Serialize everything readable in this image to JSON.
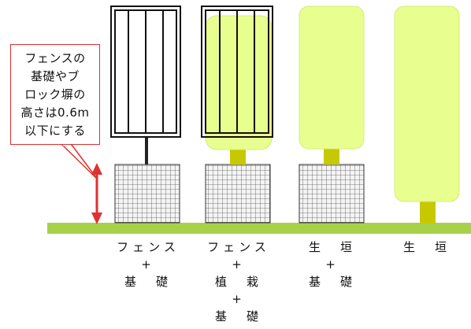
{
  "note": {
    "lines": [
      "フェンスの",
      "基礎やブ",
      "ロック塀の",
      "高さは0.6m",
      "以下にする"
    ]
  },
  "columns": [
    {
      "caption": [
        "フェンス",
        "+",
        "基　礎"
      ]
    },
    {
      "caption": [
        "フェンス",
        "+",
        "植　栽",
        "+",
        "基　礎"
      ]
    },
    {
      "caption": [
        "生　垣",
        "+",
        "基　礎"
      ]
    },
    {
      "caption": [
        "生　垣"
      ]
    }
  ],
  "colors": {
    "ground": "#a8d14a",
    "hedge": "#e8ff90",
    "hedge_stroke": "#d4ec78",
    "trunk": "#c8c800",
    "annotation_red": "#e03030",
    "block_grid": "#555555"
  }
}
